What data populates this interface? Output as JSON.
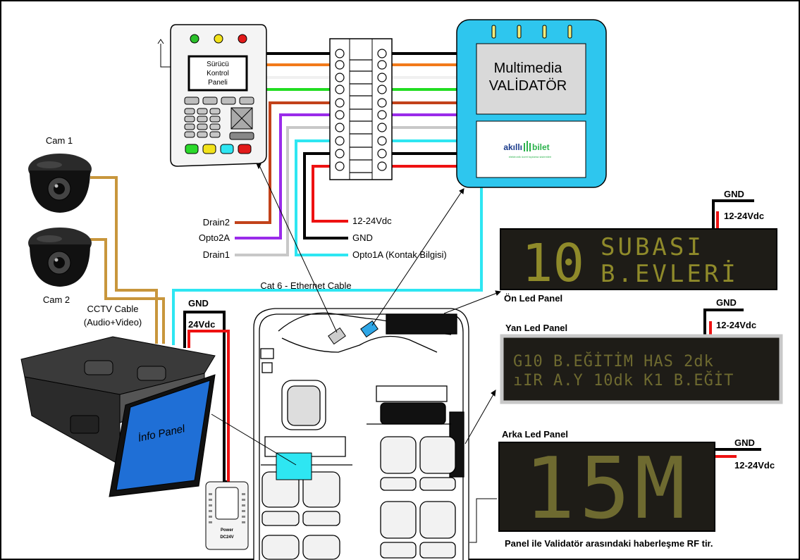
{
  "driver_panel": {
    "title_line1": "Sürücü",
    "title_line2": "Kontrol",
    "title_line3": "Paneli"
  },
  "validator": {
    "title_line1": "Multimedia",
    "title_line2": "VALİDATÖR",
    "logo_left": "akıllı",
    "logo_right": "bilet",
    "logo_tagline": "elektronik ücret toplama sistemleri"
  },
  "wire_labels": {
    "drain2": "Drain2",
    "opto2a": "Opto2A",
    "drain1": "Drain1",
    "supply": "12-24Vdc",
    "gnd": "GND",
    "opto1a": "Opto1A (Kontak Bilgisi)"
  },
  "cameras": {
    "cam1": "Cam 1",
    "cam2": "Cam 2",
    "cable_line1": "CCTV Cable",
    "cable_line2": "(Audio+Video)"
  },
  "ethernet_label": "Cat 6 - Ethernet Cable",
  "info_panel": {
    "label": "İnfo Panel",
    "gnd": "GND",
    "supply": "24Vdc"
  },
  "power_supply": {
    "line1": "Power",
    "line2": "DC24V"
  },
  "front_led": {
    "label": "Ön Led Panel",
    "gnd": "GND",
    "supply": "12-24Vdc",
    "route": "10",
    "line1": "SUBASI",
    "line2": "B.EVLERİ"
  },
  "side_led": {
    "label": "Yan Led Panel",
    "gnd": "GND",
    "supply": "12-24Vdc",
    "line1": "G10  B.EĞİTİM HAS  2dk",
    "line2": "ıIR A.Y 10dk K1 B.EĞİT"
  },
  "rear_led": {
    "label": "Arka Led Panel",
    "gnd": "GND",
    "supply": "12-24Vdc",
    "display": "15M"
  },
  "rf_note": "Panel ile Validatör arasındaki haberleşme RF tir.",
  "colors": {
    "cyan": "#2ee6f2",
    "orange": "#f27a1a",
    "green": "#22dd22",
    "purple": "#9a2bea",
    "drain_red": "#c2421a",
    "gray_wire": "#c8c8c8",
    "red": "#ee1111",
    "tan_cable": "#c8963c",
    "led_dot": "#8f8a2a",
    "info_blue": "#1f6fd6"
  }
}
